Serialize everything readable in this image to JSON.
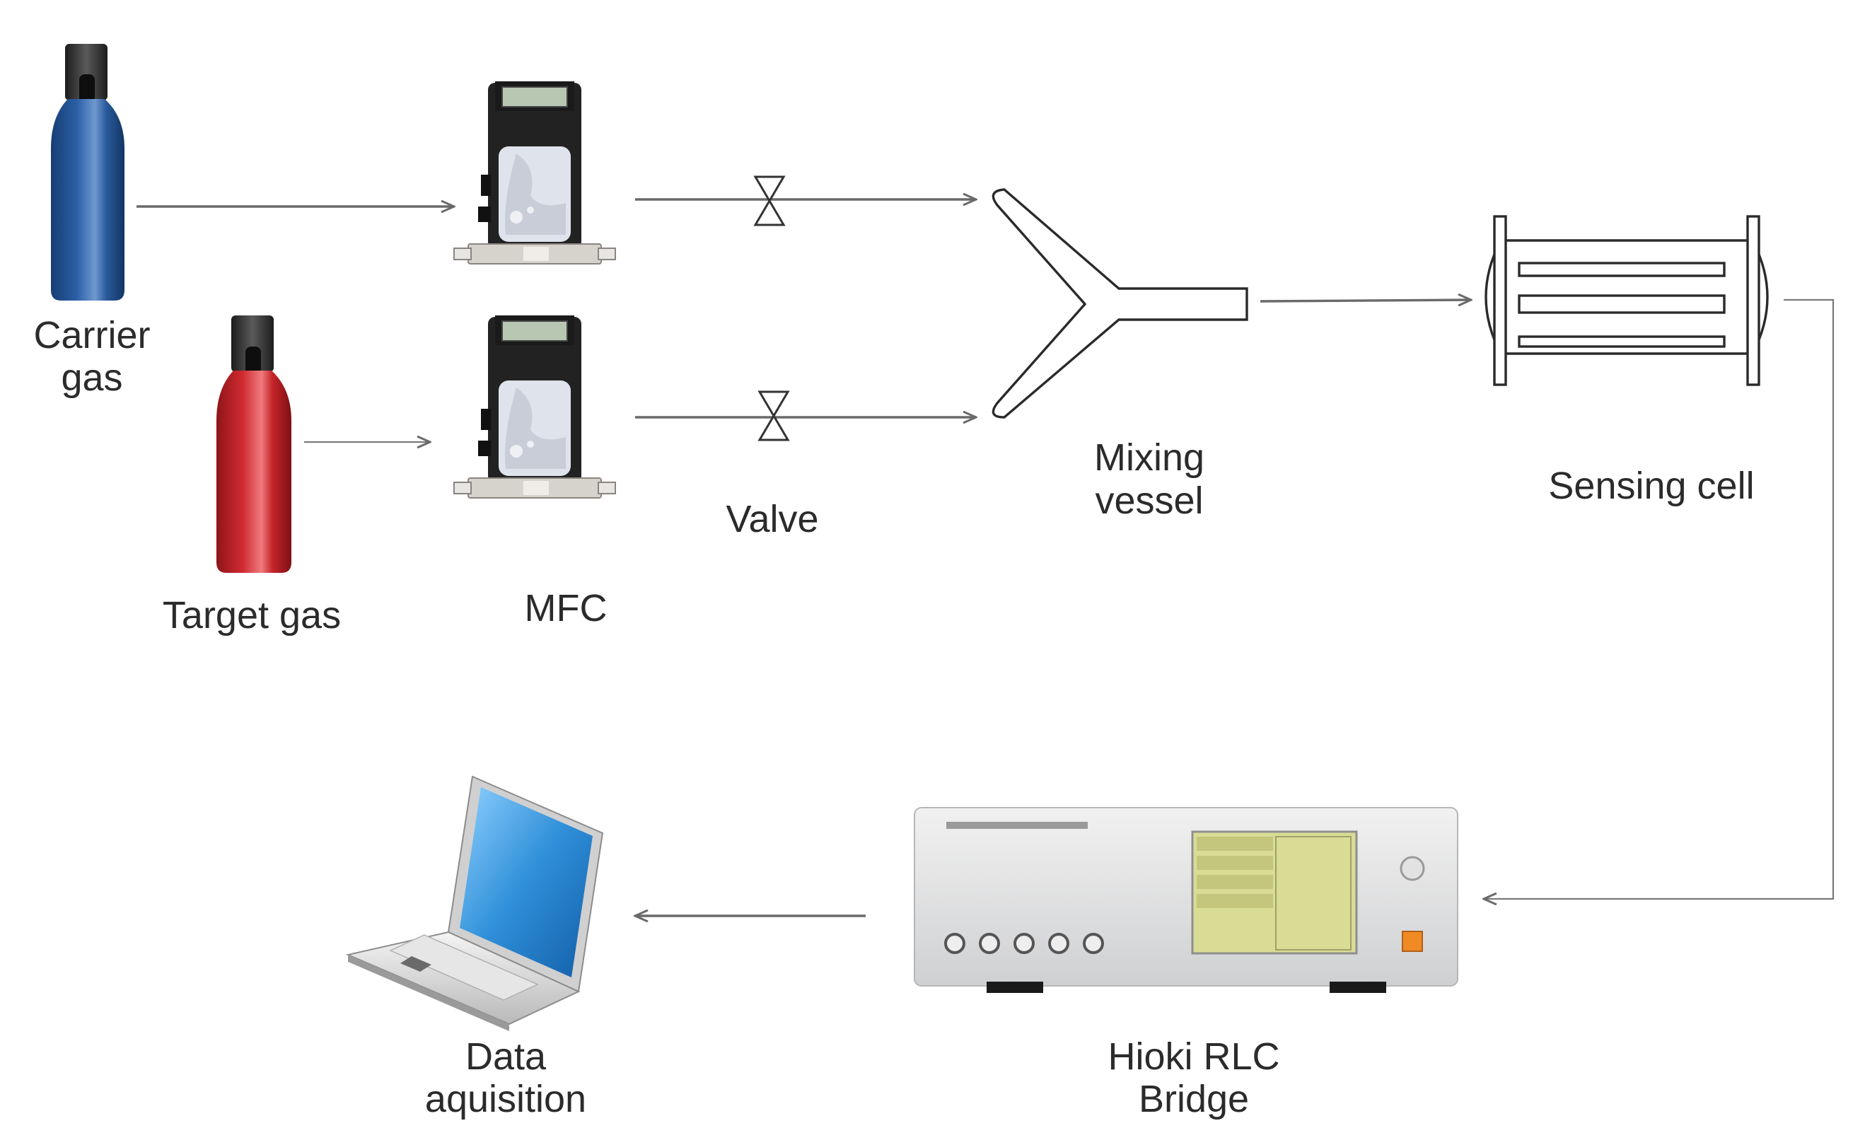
{
  "labels": {
    "carrier_gas_line1": "Carrier",
    "carrier_gas_line2": "gas",
    "target_gas": "Target gas",
    "mfc": "MFC",
    "valve": "Valve",
    "mixing_vessel_line1": "Mixing",
    "mixing_vessel_line2": "vessel",
    "sensing_cell": "Sensing cell",
    "rlc_line1": "Hioki RLC",
    "rlc_line2": "Bridge",
    "daq_line1": "Data",
    "daq_line2": "aquisition"
  },
  "colors": {
    "carrier_cylinder": "#1f4f8f",
    "target_cylinder": "#c0252c",
    "arrow": "#6a6a6a",
    "rlc_screen": "#d9dc95",
    "laptop_screen": "#2f8fd8",
    "power_button": "#f08a24"
  }
}
